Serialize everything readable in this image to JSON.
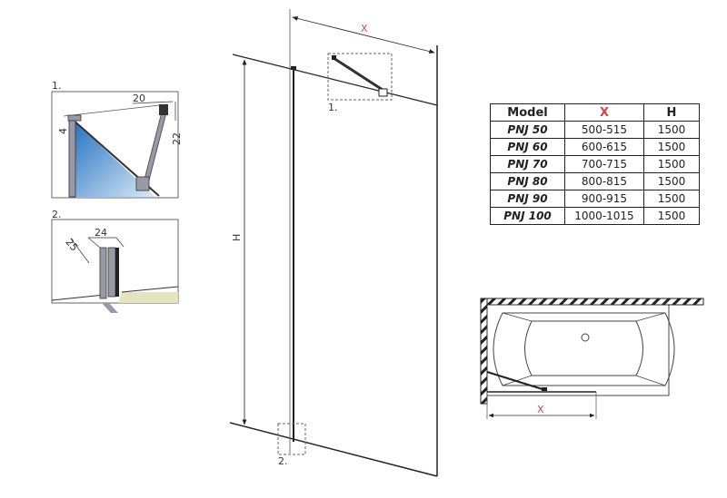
{
  "diagram": {
    "type": "technical-dimension-drawing",
    "subject": "walk-in shower glass panel",
    "main_view": {
      "width_label": "X",
      "height_label": "H",
      "callouts": [
        "1.",
        "2."
      ]
    },
    "detail_1": {
      "label": "1.",
      "dimensions": {
        "a": "4",
        "b": "20",
        "c": "22"
      }
    },
    "detail_2": {
      "label": "2.",
      "dimensions": {
        "a": "25",
        "b": "24"
      }
    },
    "plan_view": {
      "width_label": "X"
    }
  },
  "spec_table": {
    "headers": [
      "Model",
      "X",
      "H"
    ],
    "rows": [
      {
        "model": "PNJ 50",
        "x": "500-515",
        "h": "1500"
      },
      {
        "model": "PNJ 60",
        "x": "600-615",
        "h": "1500"
      },
      {
        "model": "PNJ 70",
        "x": "700-715",
        "h": "1500"
      },
      {
        "model": "PNJ 80",
        "x": "800-815",
        "h": "1500"
      },
      {
        "model": "PNJ 90",
        "x": "900-915",
        "h": "1500"
      },
      {
        "model": "PNJ 100",
        "x": "1000-1015",
        "h": "1500"
      }
    ]
  },
  "colors": {
    "x_label": "#c8494f",
    "glass_blue": "#2f7fc8",
    "floor": "#e4e4c0",
    "profile": "#9a9aa6"
  }
}
